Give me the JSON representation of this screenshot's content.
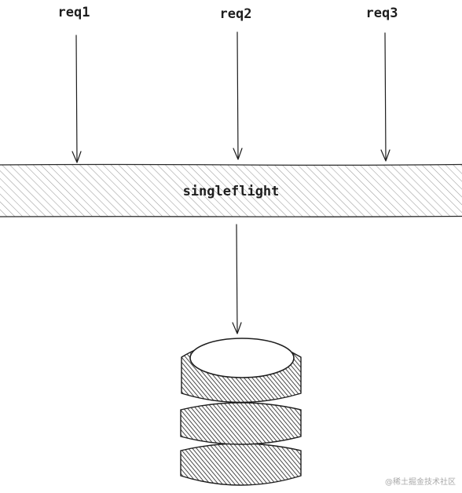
{
  "requests": [
    {
      "label": "req1"
    },
    {
      "label": "req2"
    },
    {
      "label": "req3"
    }
  ],
  "layer": {
    "label": "singleflight"
  },
  "database": {
    "icon": "database-icon"
  },
  "watermark": {
    "text": "@稀土掘金技术社区"
  },
  "colors": {
    "stroke": "#1e1e1e",
    "hatch": "#8a8a8a",
    "db_fill": "#5a5a5a"
  }
}
